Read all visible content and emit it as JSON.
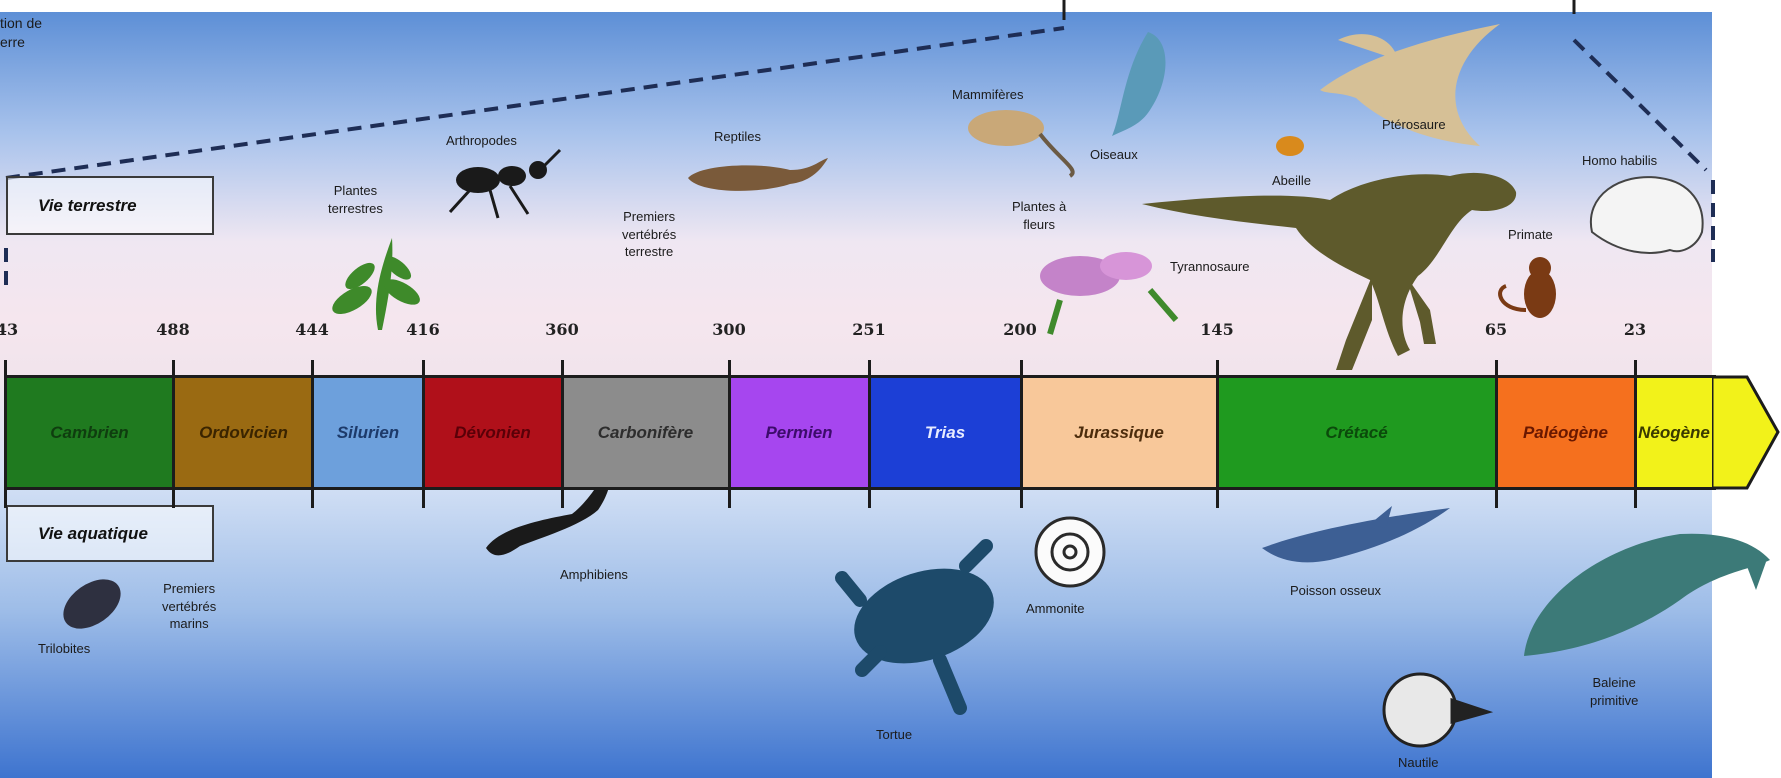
{
  "top_fragment": {
    "line1": "tion de",
    "line2": "erre"
  },
  "realms": {
    "terrestrial": "Vie terrestre",
    "aquatic": "Vie aquatique"
  },
  "ma_labels": [
    "43",
    "488",
    "444",
    "416",
    "360",
    "300",
    "251",
    "200",
    "145",
    "65",
    "23"
  ],
  "periods": [
    {
      "name": "Cambrien",
      "color": "#1f7a1f",
      "text": "#0f3d0f"
    },
    {
      "name": "Ordovicien",
      "color": "#9a6a12",
      "text": "#3a2400"
    },
    {
      "name": "Silurien",
      "color": "#6da0dc",
      "text": "#1d3a6a"
    },
    {
      "name": "Dévonien",
      "color": "#b0101a",
      "text": "#5a0008"
    },
    {
      "name": "Carbonifère",
      "color": "#8c8c8c",
      "text": "#2d2d2d"
    },
    {
      "name": "Permien",
      "color": "#a646ef",
      "text": "#3c0c6b"
    },
    {
      "name": "Trias",
      "color": "#1c3fd6",
      "text": "#e8ecff"
    },
    {
      "name": "Jurassique",
      "color": "#f8c89a",
      "text": "#4c2c0c"
    },
    {
      "name": "Crétacé",
      "color": "#1f9a1f",
      "text": "#0b4a0b"
    },
    {
      "name": "Paléogène",
      "color": "#f5701e",
      "text": "#6a1800"
    },
    {
      "name": "Néogène",
      "color": "#f2f21a",
      "text": "#3a3a00"
    }
  ],
  "labels": {
    "mammals": "Mammifères",
    "birds": "Oiseaux",
    "pterosaur": "Ptérosaure",
    "homo1": "Homo",
    "homo2": "habilis",
    "arthropods": "Arthropodes",
    "reptiles": "Reptiles",
    "plants1": "Plantes",
    "plants2": "terrestres",
    "firstvert1": "Premiers",
    "firstvert2": "vertébrés",
    "firstvert3": "terrestre",
    "flowers1": "Plantes à",
    "flowers2": "fleurs",
    "tyranno": "Tyrannosaure",
    "bee": "Abeille",
    "primate": "Primate",
    "trilobites": "Trilobites",
    "marine1": "Premiers",
    "marine2": "vertébrés",
    "marine3": "marins",
    "amphibians": "Amphibiens",
    "turtle": "Tortue",
    "ammonite": "Ammonite",
    "bonyfish": "Poisson osseux",
    "nautilus": "Nautile",
    "whale1": "Baleine",
    "whale2": "primitive"
  },
  "colors": {
    "axis": "#1c1c1c",
    "dash": "#1e2d55"
  }
}
